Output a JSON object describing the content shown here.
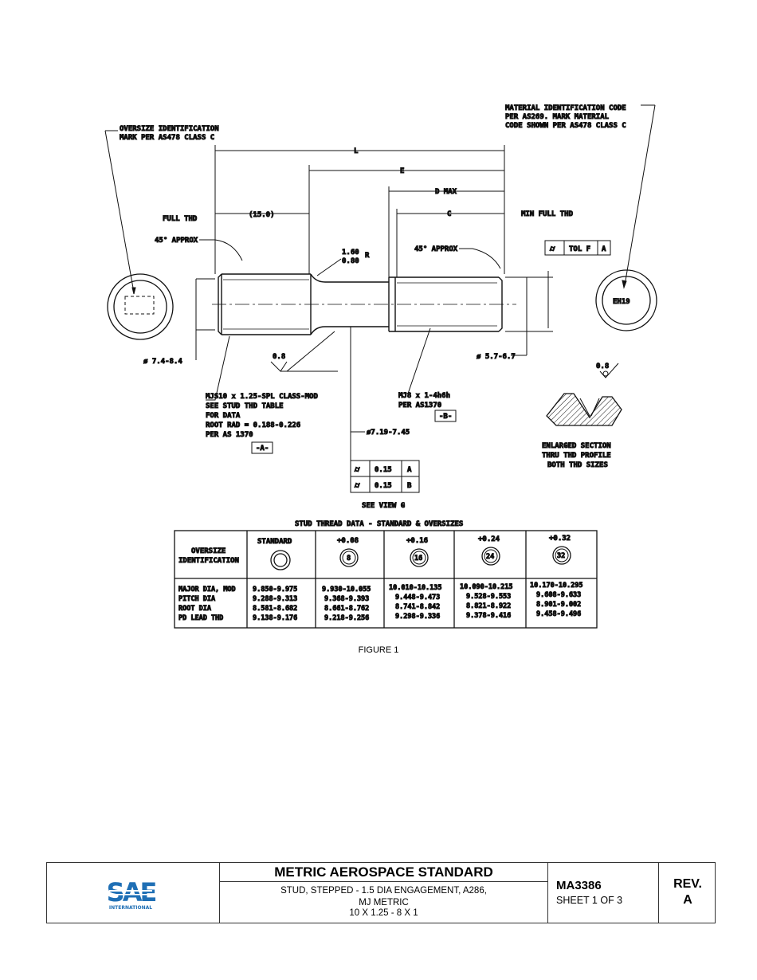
{
  "drawing": {
    "callouts": {
      "oversize_mark_1": "OVERSIZE IDENTIFICATION",
      "oversize_mark_2": "MARK PER AS478 CLASS C",
      "material_code_1": "MATERIAL IDENTIFICATION CODE",
      "material_code_2": "PER AS269.  MARK MATERIAL",
      "material_code_3": "CODE SHOWN PER AS478 CLASS C",
      "dim_L": "L",
      "dim_E": "E",
      "dim_D": "D MAX",
      "dim_C": "C",
      "min_full_thd": "MIN FULL THD",
      "full_thd": "FULL THD",
      "dim_15": "(15.0)",
      "approx_45_left": "45° APPROX",
      "approx_45_right": "45° APPROX",
      "radius_1": "1.60",
      "radius_2": "0.80",
      "radius_r": "R",
      "tol_sym": "⌭",
      "tol_label": "TOL F",
      "tol_datum": "A",
      "dia_left": "ø 7.4-8.4",
      "dia_right": "ø 5.7-6.7",
      "surface_left": "0.8",
      "surface_right": "0.8",
      "mark_eh19": "EH19",
      "thread_a_1": "MJS10 x 1.25-SPL CLASS-MOD",
      "thread_a_2": "SEE STUD THD TABLE",
      "thread_a_3": "FOR DATA",
      "thread_a_4": "ROOT RAD = 0.188-0.226",
      "thread_a_5": "PER AS 1370",
      "datum_a": "-A-",
      "thread_b_1": "MJ8 x 1-4h6h",
      "thread_b_2": "PER AS1370",
      "datum_b": "-B-",
      "shank_dia": "ø7.19-7.45",
      "runout_1_val": "0.15",
      "runout_1_datum": "A",
      "runout_2_val": "0.15",
      "runout_2_datum": "B",
      "see_view": "SEE VIEW G",
      "enlarged_1": "ENLARGED SECTION",
      "enlarged_2": "THRU THD PROFILE",
      "enlarged_3": "BOTH THD SIZES"
    },
    "table": {
      "title": "STUD THREAD DATA - STANDARD & OVERSIZES",
      "row_header_1": "OVERSIZE",
      "row_header_2": "IDENTIFICATION",
      "row_labels": [
        "MAJOR DIA, MOD",
        "PITCH DIA",
        "ROOT DIA",
        "PD LEAD THD"
      ],
      "columns": [
        {
          "label": "STANDARD",
          "mark": "",
          "values": [
            "9.850-9.975",
            "9.288-9.313",
            "8.581-8.682",
            "9.138-9.176"
          ]
        },
        {
          "label": "+0.08",
          "mark": "8",
          "values": [
            "9.930-10.055",
            "9.368-9.393",
            "8.661-8.762",
            "9.218-9.256"
          ]
        },
        {
          "label": "+0.16",
          "mark": "16",
          "values": [
            "10.010-10.135",
            "9.448-9.473",
            "8.741-8.842",
            "9.298-9.336"
          ]
        },
        {
          "label": "+0.24",
          "mark": "24",
          "values": [
            "10.090-10.215",
            "9.528-9.553",
            "8.821-8.922",
            "9.378-9.416"
          ]
        },
        {
          "label": "+0.32",
          "mark": "32",
          "values": [
            "10.170-10.295",
            "9.608-9.633",
            "8.901-9.002",
            "9.458-9.496"
          ]
        }
      ]
    }
  },
  "caption": "FIGURE 1",
  "title_block": {
    "logo_text": "SAE",
    "logo_sub": "INTERNATIONAL",
    "standard_title": "METRIC AEROSPACE STANDARD",
    "subtitle_1": "STUD, STEPPED - 1.5 DIA ENGAGEMENT, A286,",
    "subtitle_2": "MJ METRIC",
    "subtitle_3": "10 X 1.25 - 8 X 1",
    "doc_number": "MA3386",
    "sheet": "SHEET 1 OF 3",
    "rev_label": "REV.",
    "rev_value": "A",
    "brand_color": "#1f6fb5"
  }
}
